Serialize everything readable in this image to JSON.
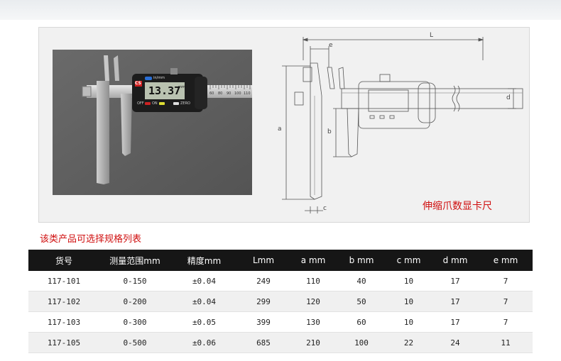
{
  "caption": "伸缩爪数显卡尺",
  "section_title": "该类产品可选择规格列表",
  "photo": {
    "display_value": "13.37",
    "display_unit": "mm",
    "unit_toggle": "in/mm",
    "brand_mark": "CS",
    "buttons": [
      "OFF",
      "ON",
      "ZERO"
    ],
    "scale_numbers": [
      "60",
      "80",
      "90",
      "100",
      "110"
    ]
  },
  "drawing": {
    "labels": [
      "L",
      "e",
      "a",
      "b",
      "c",
      "d"
    ]
  },
  "table": {
    "headers": [
      "货号",
      "测量范围mm",
      "精度mm",
      "Lmm",
      "a mm",
      "b mm",
      "c mm",
      "d mm",
      "e mm"
    ],
    "rows": [
      [
        "117-101",
        "0-150",
        "±0.04",
        "249",
        "110",
        "40",
        "10",
        "17",
        "7"
      ],
      [
        "117-102",
        "0-200",
        "±0.04",
        "299",
        "120",
        "50",
        "10",
        "17",
        "7"
      ],
      [
        "117-103",
        "0-300",
        "±0.05",
        "399",
        "130",
        "60",
        "10",
        "17",
        "7"
      ],
      [
        "117-105",
        "0-500",
        "±0.06",
        "685",
        "210",
        "100",
        "22",
        "24",
        "11"
      ]
    ]
  },
  "colors": {
    "accent_red": "#d01010",
    "header_bg": "#161616",
    "row_alt_bg": "#f0f0f0"
  }
}
